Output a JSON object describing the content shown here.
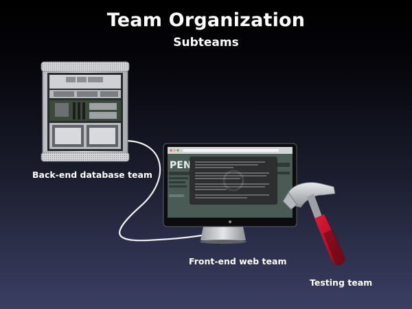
{
  "slide": {
    "title": "Team Organization",
    "subtitle": "Subteams"
  },
  "teams": {
    "backend": "Back-end database team",
    "frontend": "Front-end web team",
    "testing": "Testing team"
  },
  "colors": {
    "background_top": "#000000",
    "background_bottom": "#3b3f63",
    "cable": "#f2f2f2",
    "hammer_handle": "#c8102e",
    "hammer_grip": "#5a0a12",
    "text": "#ffffff"
  },
  "icons": {
    "server": "server-tower-icon",
    "monitor": "display-monitor-icon",
    "hammer": "hammer-icon"
  }
}
